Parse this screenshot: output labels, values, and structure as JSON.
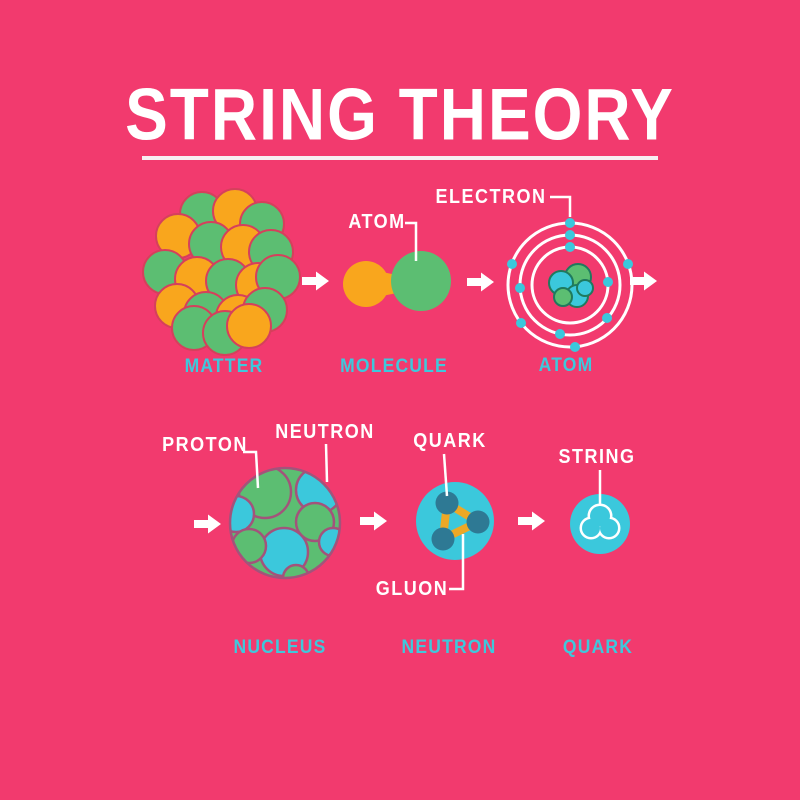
{
  "title": "STRING THEORY",
  "palette": {
    "background": "#F23A6E",
    "caption_cyan": "#3EC8DC",
    "circle_cyan": "#3BC8DC",
    "green": "#5CBE72",
    "orange": "#F9A61D",
    "quark_dark_teal": "#2E7994",
    "gluon_yellow": "#EDA826",
    "nucleus_outline": "#A3537B",
    "matter_outline": "#D5405C",
    "white": "#FFFFFF"
  },
  "row1": {
    "captions": {
      "matter": "MATTER",
      "molecule": "MOLECULE",
      "atom": "ATOM"
    },
    "callouts": {
      "atom": "ATOM",
      "electron": "ELECTRON"
    }
  },
  "row2": {
    "captions": {
      "nucleus": "NUCLEUS",
      "neutron": "NEUTRON",
      "quark": "QUARK"
    },
    "callouts": {
      "proton": "PROTON",
      "neutron": "NEUTRON",
      "quark": "QUARK",
      "gluon": "GLUON",
      "string": "STRING"
    }
  }
}
